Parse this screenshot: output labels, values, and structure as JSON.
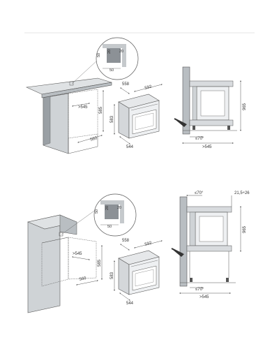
{
  "page": {
    "background": "#ffffff"
  },
  "colors": {
    "line": "#555555",
    "cabinet_fill": "#cfd3d6",
    "cabinet_dark": "#9aa0a5",
    "appliance_fill": "#e6e8ea"
  },
  "top_section": {
    "cutout": {
      "depth_min": ">545",
      "height": "585",
      "width": "560"
    },
    "detail": {
      "a": "50",
      "b": "20",
      "c": "20",
      "d": "50"
    },
    "oven": {
      "width": "592",
      "depth": "558",
      "height": "583",
      "front_depth": "544"
    },
    "side_view": {
      "height": "965",
      "angle": "≤70°",
      "depth_min": ">545"
    }
  },
  "bottom_section": {
    "cutout": {
      "depth_min": ">545",
      "height": "585",
      "width": "560"
    },
    "detail": {
      "a": "50",
      "b": "20",
      "c": "20",
      "d": "50"
    },
    "oven": {
      "width": "592",
      "depth": "558",
      "height": "583",
      "front_depth": "544"
    },
    "side_view": {
      "height": "965",
      "angle_top": "≤70°",
      "angle_bottom": "≤70°",
      "depth_min": ">545",
      "gap": "21,5÷26"
    }
  }
}
